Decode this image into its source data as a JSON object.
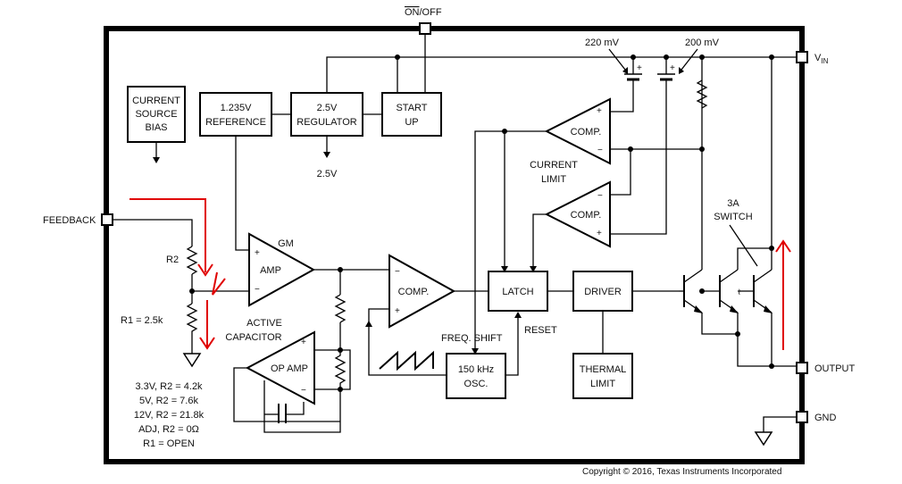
{
  "pins": {
    "on_off_prefix": "ON",
    "on_off_suffix": "/OFF",
    "vin": "V",
    "vin_sub": "IN",
    "feedback": "FEEDBACK",
    "output": "OUTPUT",
    "gnd": "GND"
  },
  "blocks": {
    "current_source_bias": [
      "CURRENT",
      "SOURCE",
      "BIAS"
    ],
    "reference": [
      "1.235V",
      "REFERENCE"
    ],
    "regulator": [
      "2.5V",
      "REGULATOR"
    ],
    "startup": [
      "START",
      "UP"
    ],
    "regulator_out": "2.5V",
    "latch": "LATCH",
    "driver": "DRIVER",
    "thermal_limit": [
      "THERMAL",
      "LIMIT"
    ],
    "oscillator": [
      "150 kHz",
      "OSC."
    ]
  },
  "amps": {
    "gm_amp_title": "GM",
    "gm_amp_label": "AMP",
    "comp_main": "COMP.",
    "comp_top": "COMP.",
    "comp_bottom": "COMP.",
    "op_amp": "OP AMP"
  },
  "labels": {
    "v220": "220 mV",
    "v200": "200 mV",
    "current_limit": [
      "CURRENT",
      "LIMIT"
    ],
    "switch": [
      "3A",
      "SWITCH"
    ],
    "r2": "R2",
    "r1": "R1 = 2.5k",
    "active_capacitor": [
      "ACTIVE",
      "CAPACITOR"
    ],
    "freq_shift": "FREQ.  SHIFT",
    "reset": "RESET"
  },
  "options": [
    "3.3V, R2 = 4.2k",
    "5V, R2 = 7.6k",
    "12V, R2 = 21.8k",
    "ADJ, R2 = 0Ω",
    "R1 = OPEN"
  ],
  "copyright": "Copyright © 2016, Texas Instruments Incorporated"
}
